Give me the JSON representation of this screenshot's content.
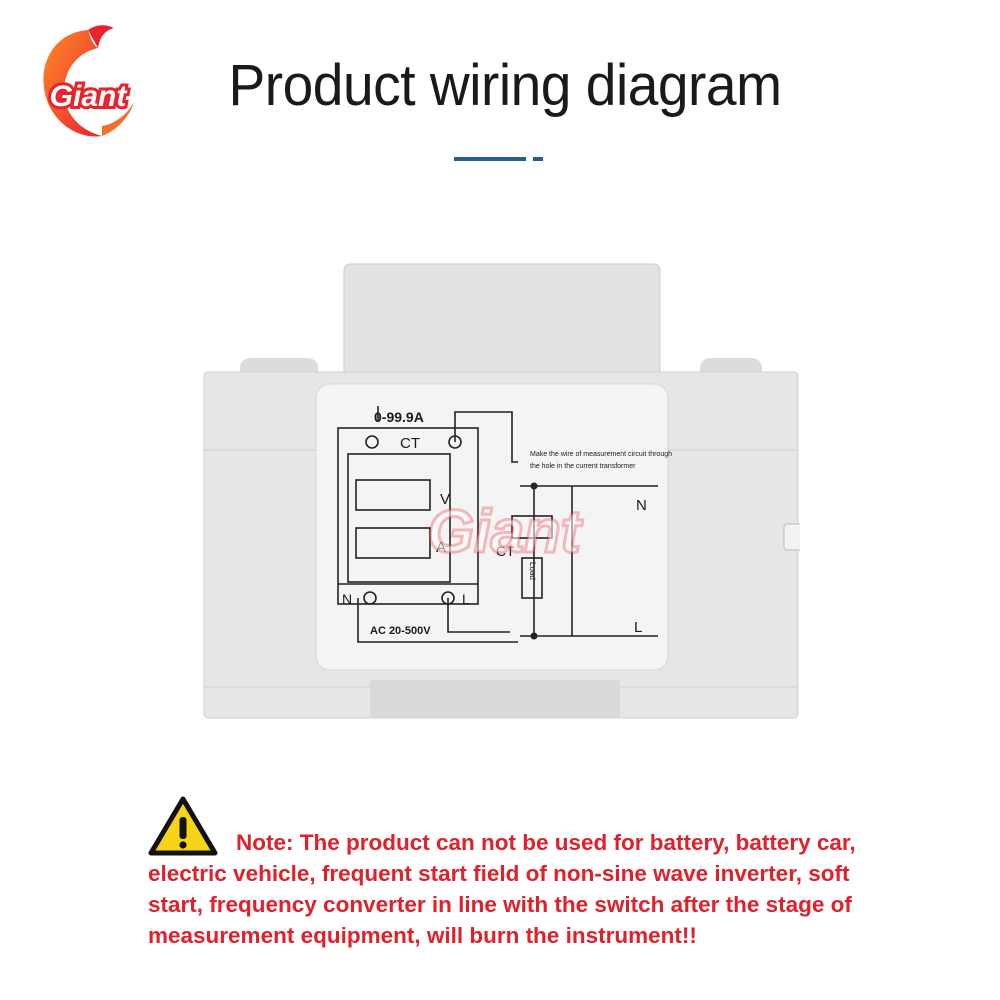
{
  "brand": {
    "logo_text": "Giant"
  },
  "header": {
    "title": "Product wiring diagram"
  },
  "label": {
    "current_range": "0-99.9A",
    "ct_left": "CT",
    "ct_right": "CT",
    "meter_v": "V",
    "meter_a": "A",
    "terminal_n": "N",
    "terminal_l": "L",
    "supply": "AC 20-500V",
    "instruction_line1": "Make the wire of measurement circuit through",
    "instruction_line2": "the hole in the current transformer",
    "line_n": "N",
    "line_l": "L",
    "load": "Load",
    "watermark": "Giant"
  },
  "note": {
    "line1": "Note: The product can not be used for battery, battery car,",
    "line2": "electric vehicle, frequent start field of non-sine wave inverter, soft",
    "line3": "start, frequency converter in line with the switch after the stage of",
    "line4": "measurement equipment, will burn the instrument!!"
  },
  "colors": {
    "accent": "#2a5d8f",
    "warning_text": "#e0202a",
    "logo": "#f0502a"
  }
}
